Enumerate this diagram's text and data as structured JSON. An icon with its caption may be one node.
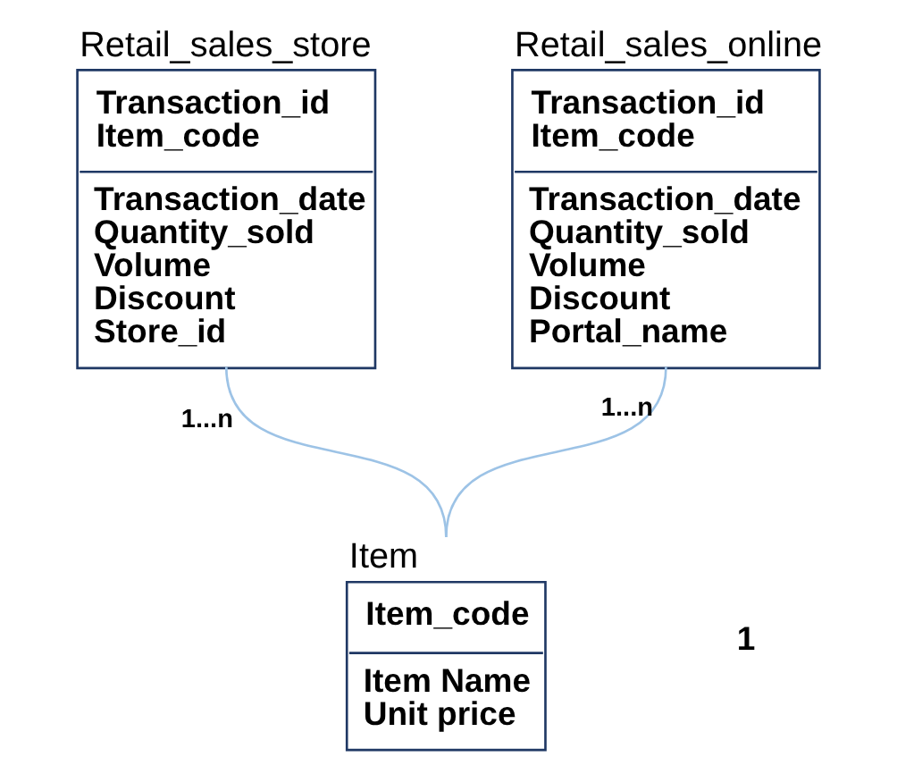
{
  "diagram": {
    "nodes": [
      {
        "text": [
          "Retail_sales_store",
          "Transaction_id",
          "Item_code",
          "Transaction_date",
          "Quantity_sold",
          "Volume",
          "Discount",
          "Store_id"
        ]
      },
      {
        "text": [
          "Retail_sales_online",
          "Transaction_id",
          "Item_code",
          "Transaction_date",
          "Quantity_sold",
          "Volume",
          "Discount",
          "Portal_name"
        ]
      },
      {
        "text": [
          "Item",
          "Item_code",
          "Item Name",
          "Unit price"
        ]
      }
    ],
    "edges": [
      {
        "from": 0,
        "to": 2,
        "arrow": "none",
        "label": "1...n"
      },
      {
        "from": 1,
        "to": 2,
        "arrow": "none",
        "label": "1...n"
      }
    ],
    "labels": [
      "1"
    ]
  }
}
